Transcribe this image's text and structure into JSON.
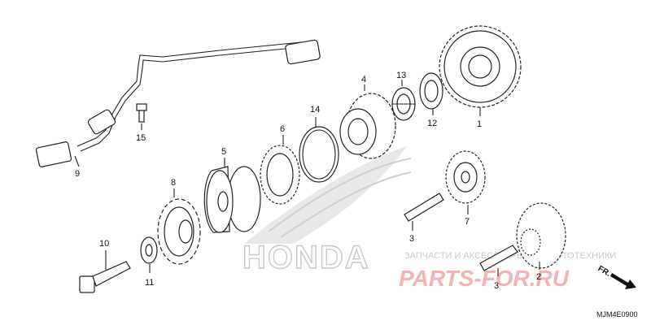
{
  "callouts": {
    "p1": "1",
    "p2": "2",
    "p3a": "3",
    "p3b": "3",
    "p4": "4",
    "p5": "5",
    "p6": "6",
    "p7": "7",
    "p8": "8",
    "p9": "9",
    "p10": "10",
    "p11": "11",
    "p12": "12",
    "p13": "13",
    "p14": "14",
    "p15": "15"
  },
  "watermark": {
    "honda": "HONDA",
    "ru_text": "ЗАПЧАСТИ И АКСЕССУАРЫ ДЛЯ МОТОТЕХНИКИ",
    "brand": "PARTS-FOR.RU"
  },
  "direction_label": "FR.",
  "diagram_code": "MJM4E0900",
  "colors": {
    "line": "#222222",
    "watermark_gray": "#c8c8c8",
    "watermark_red": "#f3b3b3"
  }
}
